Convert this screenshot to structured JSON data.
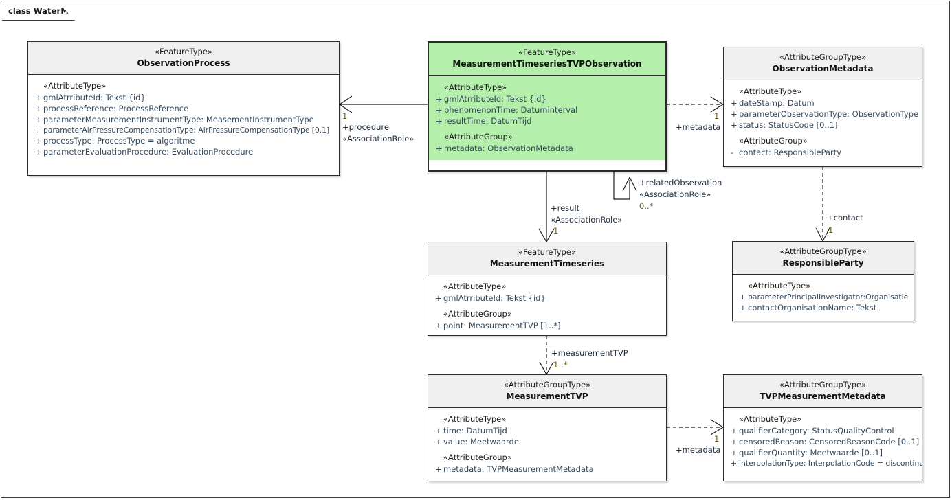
{
  "diagram": {
    "frame_label": "class WaterML",
    "accent_green": "#b4f0ab",
    "header_gray": "#f0f0f0",
    "border_color": "#2b2b2b",
    "attr_text_color": "#33475b"
  },
  "classes": {
    "observation_process": {
      "stereotype": "«FeatureType»",
      "name": "ObservationProcess",
      "sections": [
        {
          "group": "«AttributeType»",
          "attributes": [
            {
              "visibility": "+",
              "text": "gmlAtrributeId: Tekst {id}"
            },
            {
              "visibility": "+",
              "text": "processReference: ProcessReference"
            },
            {
              "visibility": "+",
              "text": "parameterMeasurementInstrumentType: MeasementInstrumentType"
            },
            {
              "visibility": "+",
              "text": "parameterAirPressureCompensationType: AirPressureCompensationType [0.1]"
            },
            {
              "visibility": "+",
              "text": "processType: ProcessType = algoritme"
            },
            {
              "visibility": "+",
              "text": "parameterEvaluationProcedure: EvaluationProcedure"
            }
          ]
        }
      ]
    },
    "measurement_timeseries_tvp_observation": {
      "stereotype": "«FeatureType»",
      "name": "MeasurementTimeseriesTVPObservation",
      "sections": [
        {
          "group": "«AttributeType»",
          "attributes": [
            {
              "visibility": "+",
              "text": "gmlAtrributeId: Tekst {id}"
            },
            {
              "visibility": "+",
              "text": "phenomenonTime: Datuminterval"
            },
            {
              "visibility": "+",
              "text": "resultTime: DatumTijd"
            }
          ]
        },
        {
          "group": "«AttributeGroup»",
          "attributes": [
            {
              "visibility": "+",
              "text": "metadata: ObservationMetadata"
            }
          ]
        }
      ]
    },
    "observation_metadata": {
      "stereotype": "«AttributeGroupType»",
      "name": "ObservationMetadata",
      "sections": [
        {
          "group": "«AttributeType»",
          "attributes": [
            {
              "visibility": "+",
              "text": "dateStamp: Datum"
            },
            {
              "visibility": "+",
              "text": "parameterObservationType: ObservationType"
            },
            {
              "visibility": "+",
              "text": "status: StatusCode [0..1]"
            }
          ]
        },
        {
          "group": "«AttributeGroup»",
          "attributes": [
            {
              "visibility": "-",
              "text": "contact: ResponsibleParty"
            }
          ]
        }
      ]
    },
    "measurement_timeseries": {
      "stereotype": "«FeatureType»",
      "name": "MeasurementTimeseries",
      "sections": [
        {
          "group": "«AttributeType»",
          "attributes": [
            {
              "visibility": "+",
              "text": "gmlAtrributeId: Tekst {id}"
            }
          ]
        },
        {
          "group": "«AttributeGroup»",
          "attributes": [
            {
              "visibility": "+",
              "text": "point: MeasurementTVP [1..*]"
            }
          ]
        }
      ]
    },
    "responsible_party": {
      "stereotype": "«AttributeGroupType»",
      "name": "ResponsibleParty",
      "sections": [
        {
          "group": "«AttributeType»",
          "attributes": [
            {
              "visibility": "+",
              "text": "parameterPrincipalInvestigator:Organisatie"
            },
            {
              "visibility": "+",
              "text": "contactOrganisationName: Tekst"
            }
          ]
        }
      ]
    },
    "measurement_tvp": {
      "stereotype": "«AttributeGroupType»",
      "name": "MeasurementTVP",
      "sections": [
        {
          "group": "«AttributeType»",
          "attributes": [
            {
              "visibility": "+",
              "text": "time: DatumTijd"
            },
            {
              "visibility": "+",
              "text": "value: Meetwaarde"
            }
          ]
        },
        {
          "group": "«AttributeGroup»",
          "attributes": [
            {
              "visibility": "+",
              "text": "metadata: TVPMeasurementMetadata"
            }
          ]
        }
      ]
    },
    "tvp_measurement_metadata": {
      "stereotype": "«AttributeGroupType»",
      "name": "TVPMeasurementMetadata",
      "sections": [
        {
          "group": "«AttributeType»",
          "attributes": [
            {
              "visibility": "+",
              "text": "qualifierCategory: StatusQualityControl"
            },
            {
              "visibility": "+",
              "text": "censoredReason: CensoredReasonCode [0..1]"
            },
            {
              "visibility": "+",
              "text": "qualifierQuantity: Meetwaarde [0..1]"
            },
            {
              "visibility": "+",
              "text": "interpolationType: InterpolationCode = discontinu"
            }
          ]
        }
      ]
    }
  },
  "connectors": {
    "procedure": {
      "role": "+procedure",
      "stereotype": "«AssociationRole»",
      "multiplicity": "1",
      "style": "solid",
      "from": "MeasurementTimeseriesTVPObservation",
      "to": "ObservationProcess"
    },
    "metadata_observation": {
      "role": "+metadata",
      "multiplicity": "1",
      "style": "dashed",
      "from": "MeasurementTimeseriesTVPObservation",
      "to": "ObservationMetadata"
    },
    "related_observation": {
      "role": "+relatedObservation",
      "stereotype": "«AssociationRole»",
      "multiplicity": "0..*",
      "style": "solid",
      "from": "MeasurementTimeseriesTVPObservation",
      "to": "MeasurementTimeseriesTVPObservation"
    },
    "result": {
      "role": "+result",
      "stereotype": "«AssociationRole»",
      "multiplicity": "1",
      "style": "solid",
      "from": "MeasurementTimeseriesTVPObservation",
      "to": "MeasurementTimeseries"
    },
    "contact": {
      "role": "+contact",
      "multiplicity": "1",
      "style": "dashed",
      "from": "ObservationMetadata",
      "to": "ResponsibleParty"
    },
    "measurement_tvp": {
      "role": "+measurementTVP",
      "multiplicity": "1..*",
      "style": "dashed",
      "from": "MeasurementTimeseries",
      "to": "MeasurementTVP"
    },
    "metadata_tvp": {
      "role": "+metadata",
      "multiplicity": "1",
      "style": "dashed",
      "from": "MeasurementTVP",
      "to": "TVPMeasurementMetadata"
    }
  }
}
